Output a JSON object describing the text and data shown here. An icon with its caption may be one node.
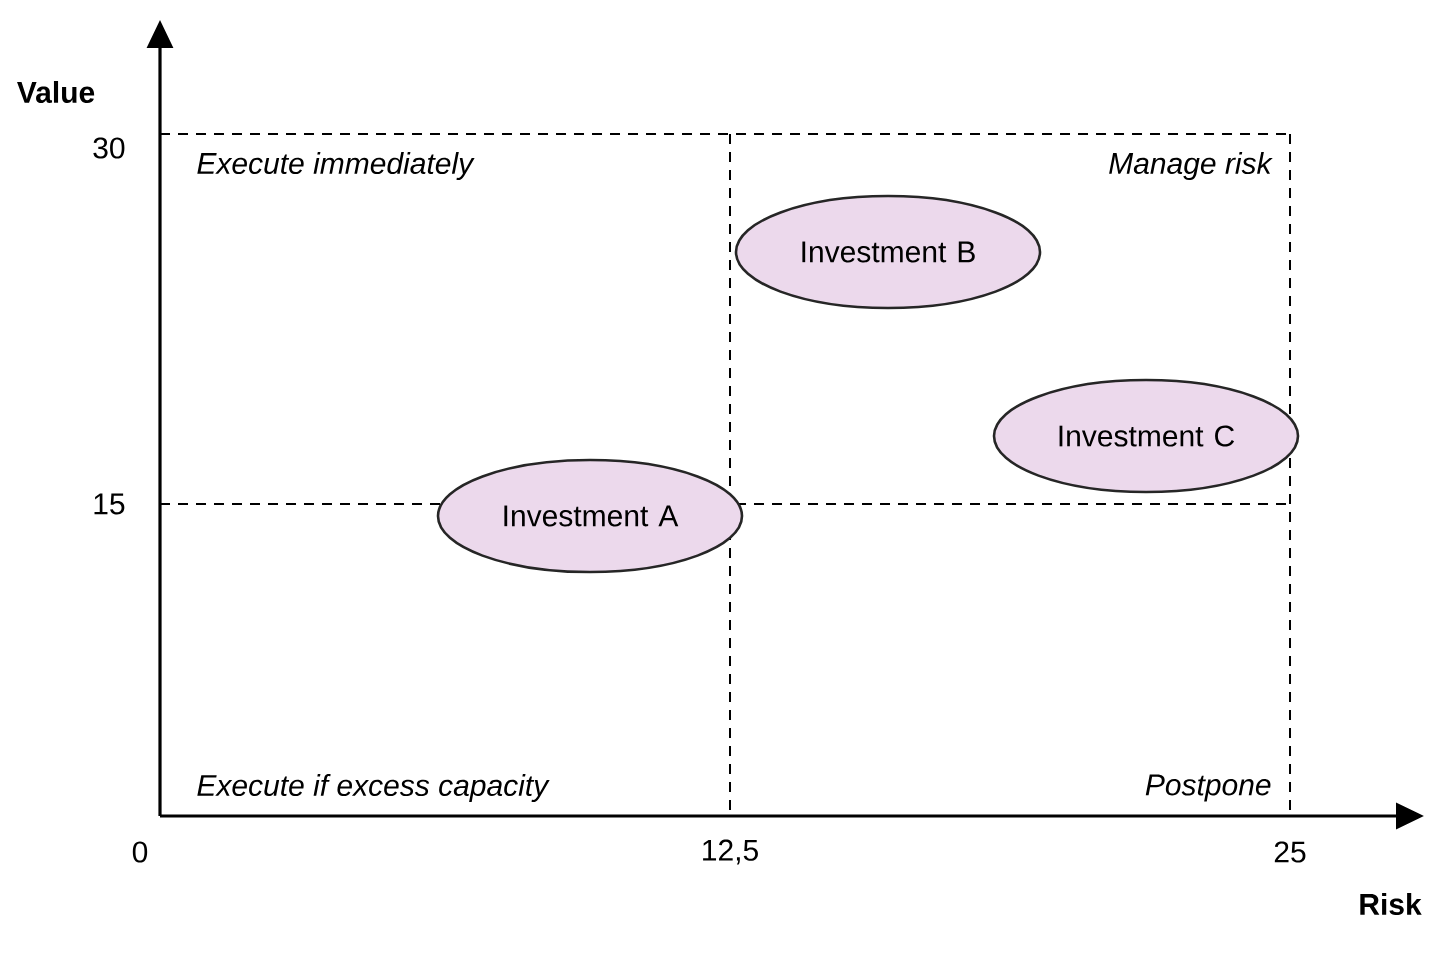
{
  "diagram": {
    "nodes": [
      {
        "text": [
          "Investment B"
        ]
      },
      {
        "text": [
          "Investment C"
        ]
      },
      {
        "text": [
          "Investment A"
        ]
      }
    ],
    "labels": [
      "Value",
      "30",
      "Execute immediately",
      "Manage risk",
      "15",
      "Execute if excess capacity",
      "Postpone",
      "0",
      "12,5",
      "25",
      "Risk"
    ]
  }
}
